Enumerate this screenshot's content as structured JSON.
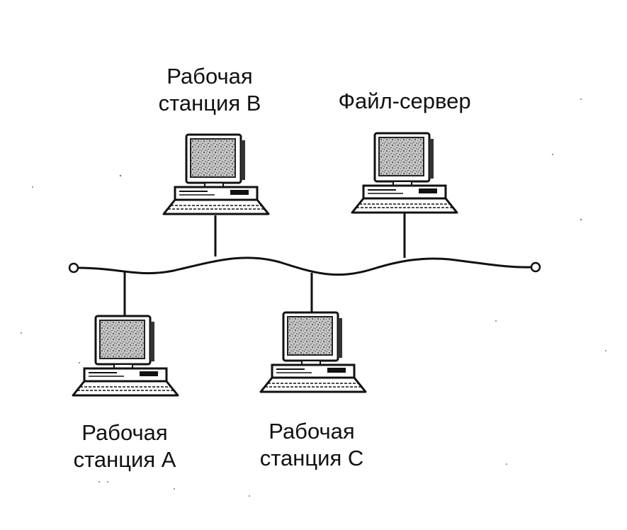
{
  "nodes": {
    "station_b": {
      "label_line1": "Рабочая",
      "label_line2": "станция В"
    },
    "file_server": {
      "label": "Файл-сервер"
    },
    "station_a": {
      "label_line1": "Рабочая",
      "label_line2": "станция А"
    },
    "station_c": {
      "label_line1": "Рабочая",
      "label_line2": "станция С"
    }
  }
}
